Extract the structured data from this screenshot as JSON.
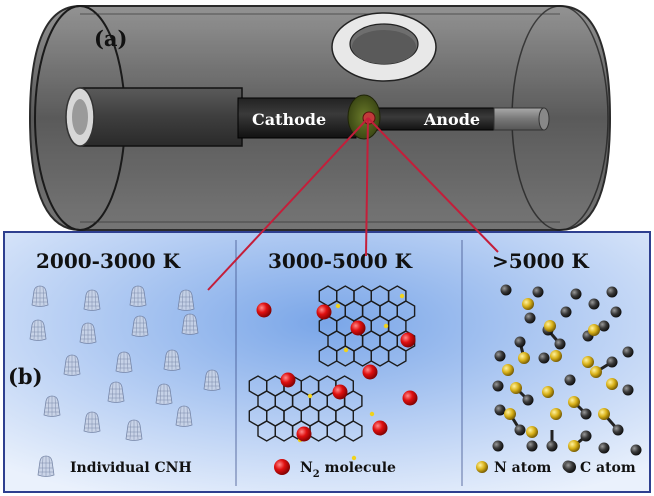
{
  "panel_a": {
    "label": "(a)",
    "cathode_label": "Cathode",
    "anode_label": "Anode"
  },
  "panel_b": {
    "label": "(b)",
    "zones": [
      {
        "temperature": "2000-3000 K",
        "legend_text": "Individual CNH"
      },
      {
        "temperature": "3000-5000 K",
        "legend_text": "N",
        "legend_sub": "2",
        "legend_suffix": " molecule"
      },
      {
        "temperature": ">5000 K",
        "legend_n": "N atom",
        "legend_c": "C atom"
      }
    ]
  },
  "colors": {
    "panel_bg": "#4f7fc8",
    "panel_border": "#2e3f8f",
    "n2_red": "#e01010",
    "n_atom_yellow": "#d9b21a",
    "c_atom_gray": "#3a3a3a",
    "link_red": "#c41e3a"
  }
}
